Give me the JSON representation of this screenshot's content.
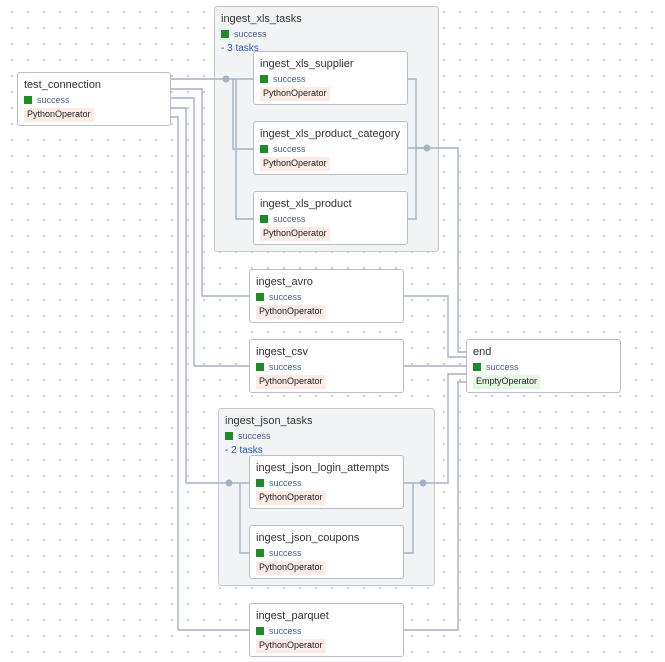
{
  "colors": {
    "success": "#1f8a28",
    "edge": "#a5b1c4",
    "joint": "#a5b1c4",
    "python_operator_bg": "#fdece5",
    "empty_operator_bg": "#e5f7e3"
  },
  "icons": {
    "status": "status-square-icon",
    "joint": "edge-joint-dot-icon"
  },
  "nodes": {
    "test_connection": {
      "title": "test_connection",
      "status": "success",
      "operator": "PythonOperator"
    },
    "ingest_xls_supplier": {
      "title": "ingest_xls_supplier",
      "status": "success",
      "operator": "PythonOperator"
    },
    "ingest_xls_product_category": {
      "title": "ingest_xls_product_category",
      "status": "success",
      "operator": "PythonOperator"
    },
    "ingest_xls_product": {
      "title": "ingest_xls_product",
      "status": "success",
      "operator": "PythonOperator"
    },
    "ingest_avro": {
      "title": "ingest_avro",
      "status": "success",
      "operator": "PythonOperator"
    },
    "ingest_csv": {
      "title": "ingest_csv",
      "status": "success",
      "operator": "PythonOperator"
    },
    "ingest_json_login_attempts": {
      "title": "ingest_json_login_attempts",
      "status": "success",
      "operator": "PythonOperator"
    },
    "ingest_json_coupons": {
      "title": "ingest_json_coupons",
      "status": "success",
      "operator": "PythonOperator"
    },
    "ingest_parquet": {
      "title": "ingest_parquet",
      "status": "success",
      "operator": "PythonOperator"
    },
    "end": {
      "title": "end",
      "status": "success",
      "operator": "EmptyOperator"
    }
  },
  "groups": {
    "ingest_xls_tasks": {
      "title": "ingest_xls_tasks",
      "status": "success",
      "count_label": "- 3 tasks"
    },
    "ingest_json_tasks": {
      "title": "ingest_json_tasks",
      "status": "success",
      "count_label": "- 2 tasks"
    }
  }
}
